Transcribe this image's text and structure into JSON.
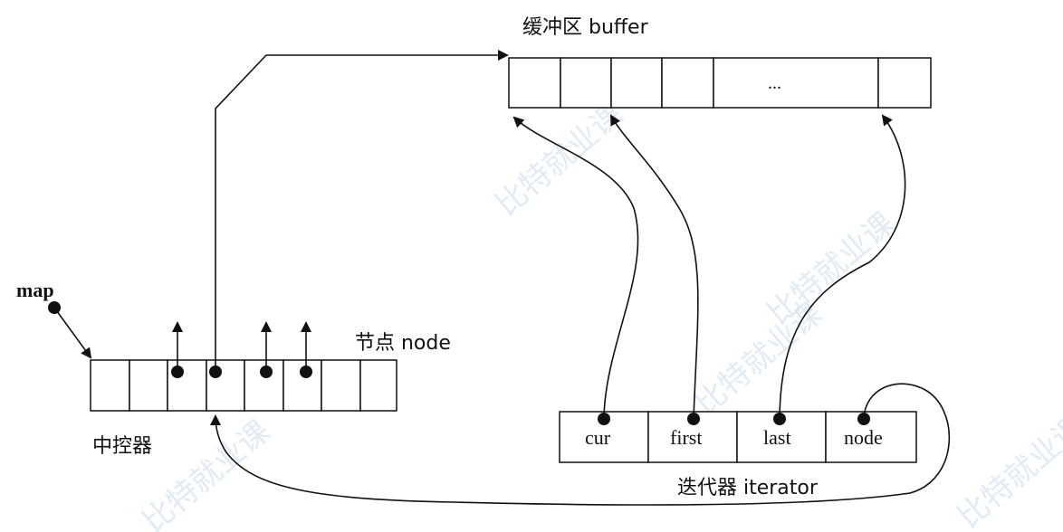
{
  "labels": {
    "buffer": "缓冲区 buffer",
    "node": "节点 node",
    "map": "map",
    "controller": "中控器",
    "iterator": "迭代器 iterator",
    "ellipsis": "..."
  },
  "iterator_fields": [
    "cur",
    "first",
    "last",
    "node"
  ],
  "watermark": "比特就业课"
}
